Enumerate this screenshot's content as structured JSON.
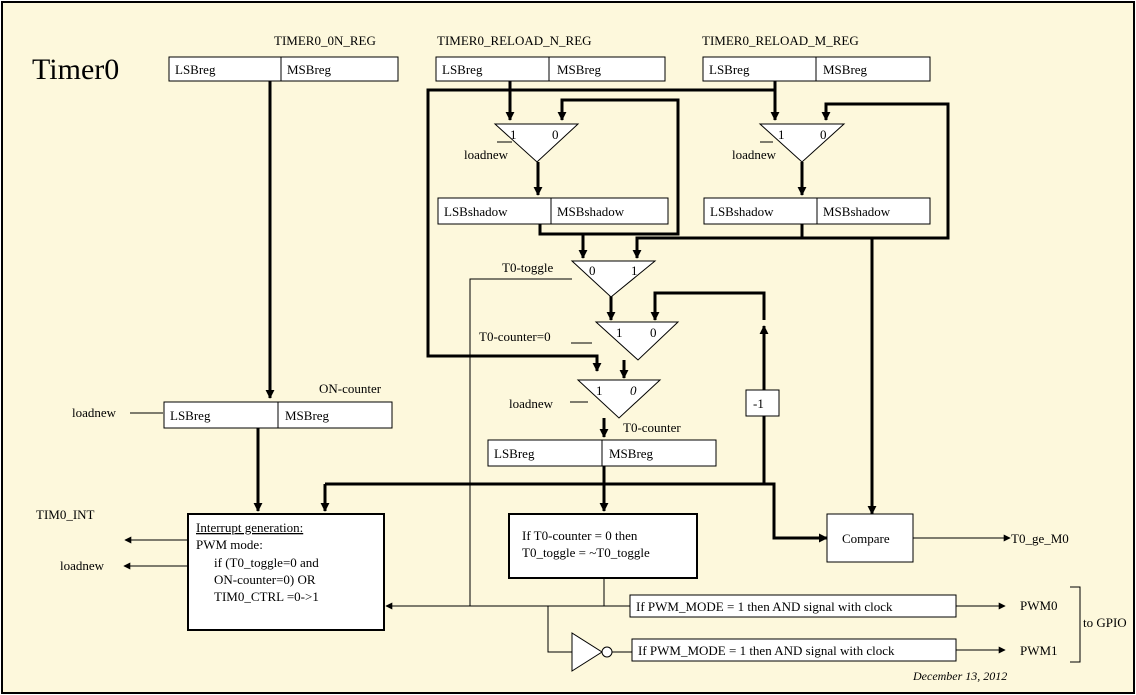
{
  "title": "Timer0",
  "date": "December 13, 2012",
  "colors": {
    "background": "#fdf8dc",
    "border": "#000000",
    "box": "#ffffff"
  },
  "registers": {
    "on_reg": {
      "name": "TIMER0_0N_REG",
      "lsb": "LSBreg",
      "msb": "MSBreg"
    },
    "reload_n": {
      "name": "TIMER0_RELOAD_N_REG",
      "lsb": "LSBreg",
      "msb": "MSBreg"
    },
    "reload_m": {
      "name": "TIMER0_RELOAD_M_REG",
      "lsb": "LSBreg",
      "msb": "MSBreg"
    },
    "shadow_n": {
      "lsb": "LSBshadow",
      "msb": "MSBshadow"
    },
    "shadow_m": {
      "lsb": "LSBshadow",
      "msb": "MSBshadow"
    },
    "on_counter": {
      "name": "ON-counter",
      "lsb": "LSBreg",
      "msb": "MSBreg"
    },
    "t0_counter": {
      "name": "T0-counter",
      "lsb": "LSBreg",
      "msb": "MSBreg"
    }
  },
  "muxes": {
    "mux_n": {
      "in1": "1",
      "in0": "0",
      "select": "loadnew"
    },
    "mux_m": {
      "in1": "1",
      "in0": "0",
      "select": "loadnew"
    },
    "mux_toggle": {
      "in1": "1",
      "in0": "0",
      "select": "T0-toggle"
    },
    "mux_zero": {
      "in1": "1",
      "in0": "0",
      "select": "T0-counter=0"
    },
    "mux_load": {
      "in1": "1",
      "in0": "0",
      "select": "loadnew"
    }
  },
  "decrement": "-1",
  "on_counter_input": "loadnew",
  "interrupt_box": {
    "heading": "Interrupt generation:",
    "lines": [
      "PWM mode:",
      "if (T0_toggle=0 and",
      "ON-counter=0) OR",
      "TIM0_CTRL =0->1"
    ]
  },
  "toggle_box": {
    "lines": [
      "If T0-counter = 0 then",
      "T0_toggle = ~T0_toggle"
    ]
  },
  "compare_box": "Compare",
  "pwm_box_0": "If PWM_MODE = 1 then AND signal with clock",
  "pwm_box_1": "If PWM_MODE = 1 then AND signal with clock",
  "outputs": {
    "tim0_int": "TIM0_INT",
    "loadnew": "loadnew",
    "t0_ge_m0": "T0_ge_M0",
    "pwm0": "PWM0",
    "pwm1": "PWM1",
    "gpio": "to GPIO"
  }
}
